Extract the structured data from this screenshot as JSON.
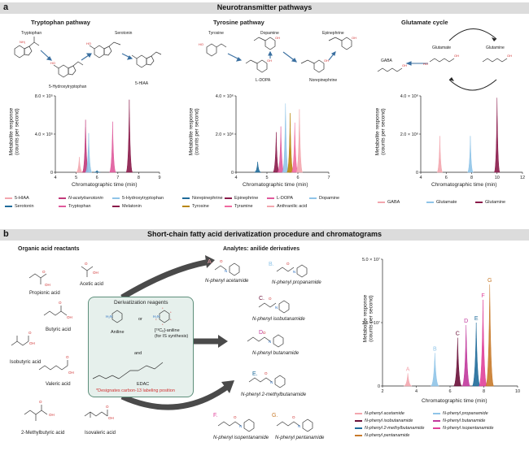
{
  "panel_a": {
    "letter": "a",
    "title": "Neurotransmitter pathways",
    "trp": {
      "title": "Tryptophan pathway",
      "molecules": [
        "Tryptophan",
        "Serotonin",
        "5-Hydroxytryptophan",
        "5-HIAA"
      ]
    },
    "tyr": {
      "title": "Tyrosine pathway",
      "molecules": [
        "Tyrosine",
        "Dopamine",
        "Epinephrine",
        "L-DOPA",
        "Norepinephrine"
      ]
    },
    "glu": {
      "title": "Glutamate cycle",
      "molecules": [
        "GABA",
        "Glutamate",
        "Glutamine"
      ]
    },
    "ylabel": "Metabolite response (counts per second)",
    "ylabel_l1": "Metabolite response",
    "ylabel_l2": "(counts per second)",
    "xlabel": "Chromatographic time (min)",
    "legend_trp": [
      {
        "label": "5-HIAA",
        "color": "#f3a6ae"
      },
      {
        "label": "N-acetylserotonin",
        "color": "#c1397a"
      },
      {
        "label": "5-Hydroxytryptophan",
        "color": "#8fc4e8"
      },
      {
        "label": "Serotonin",
        "color": "#1f6b9a"
      },
      {
        "label": "Tryptophan",
        "color": "#e05a9c"
      },
      {
        "label": "Melatonin",
        "color": "#8a1a4a"
      }
    ],
    "legend_tyr": [
      {
        "label": "Norepinephrine",
        "color": "#1f6b9a"
      },
      {
        "label": "Epinephrine",
        "color": "#8a1a4a"
      },
      {
        "label": "L-DOPA",
        "color": "#e05a9c"
      },
      {
        "label": "Dopamine",
        "color": "#8fc4e8"
      },
      {
        "label": "Tyrosine",
        "color": "#b8860b"
      },
      {
        "label": "Tyramine",
        "color": "#f06aa0"
      },
      {
        "label": "Anthranilic acid",
        "color": "#f3a6ae"
      }
    ],
    "legend_glu": [
      {
        "label": "GABA",
        "color": "#f3a6ae"
      },
      {
        "label": "Glutamate",
        "color": "#8fc4e8"
      },
      {
        "label": "Glutamine",
        "color": "#8a1a4a"
      }
    ]
  },
  "panel_b": {
    "letter": "b",
    "title": "Short-chain fatty acid derivatization procedure and chromatograms",
    "reactants_title": "Organic acid reactants",
    "reactants": [
      "Propionic acid",
      "Acetic acid",
      "Butyric acid",
      "Isobutyric acid",
      "Valeric acid",
      "2-Methylbutyric acid",
      "Isovaleric acid"
    ],
    "reagents_title": "Derivatization reagents",
    "aniline": "Aniline",
    "or": "or",
    "c13_line1": "[¹³C₆]-aniline",
    "c13_line2": "(for IS synthesis)",
    "and": "and",
    "edac": "EDAC",
    "note": "*Designates carbon-13 labeling position",
    "analytes_title": "Analytes: anilide derivatives",
    "analytes": [
      {
        "letter": "A.",
        "name": "N-phenyl acetamide"
      },
      {
        "letter": "B.",
        "name": "N-phenyl propanamide"
      },
      {
        "letter": "C.",
        "name": "N-phenyl isobutanamide"
      },
      {
        "letter": "D.",
        "name": "N-phenyl butanamide"
      },
      {
        "letter": "E.",
        "name": "N-phenyl 2-methylbutanamide"
      },
      {
        "letter": "F.",
        "name": "N-phenyl isopentanamide"
      },
      {
        "letter": "G.",
        "name": "N-phenyl pentanamide"
      }
    ],
    "legend": [
      {
        "label": "N-phenyl acetamide",
        "color": "#f3a6ae"
      },
      {
        "label": "N-phenyl propanamide",
        "color": "#8fc4e8"
      },
      {
        "label": "N-phenyl isobutanamide",
        "color": "#6a1038"
      },
      {
        "label": "N-phenyl butanamide",
        "color": "#c1399c"
      },
      {
        "label": "N-phenyl 2-methylbutanamide",
        "color": "#1f6b9a"
      },
      {
        "label": "N-phenyl isopentanamide",
        "color": "#e0409a"
      },
      {
        "label": "N-phenyl pentanamide",
        "color": "#c87a2a"
      }
    ]
  },
  "chart_data": [
    {
      "type": "area",
      "ylabel": "Metabolite response (counts per second)",
      "xlabel": "Chromatographic time (min)",
      "xlim": [
        4,
        9
      ],
      "ylim": [
        0,
        800000.0
      ],
      "xticks": [
        "4",
        "5",
        "6",
        "7",
        "8",
        "9"
      ],
      "yticks": [
        "0",
        "4.0 × 10⁵",
        "8.0 × 10⁵"
      ],
      "series": [
        {
          "name": "5-HIAA",
          "color": "#f3a6ae",
          "peak_x": 5.15,
          "peak_y": 160000.0
        },
        {
          "name": "N-acetylserotonin",
          "color": "#c1397a",
          "peak_x": 5.45,
          "peak_y": 550000.0
        },
        {
          "name": "5-Hydroxytryptophan",
          "color": "#8fc4e8",
          "peak_x": 5.6,
          "peak_y": 410000.0
        },
        {
          "name": "Serotonin",
          "color": "#1f6b9a",
          "peak_x": 6.0,
          "peak_y": 20000.0
        },
        {
          "name": "Tryptophan",
          "color": "#e05a9c",
          "peak_x": 6.75,
          "peak_y": 530000.0
        },
        {
          "name": "Melatonin",
          "color": "#8a1a4a",
          "peak_x": 7.55,
          "peak_y": 760000.0
        }
      ]
    },
    {
      "type": "area",
      "ylabel": "Metabolite response (counts per second)",
      "xlabel": "Chromatographic time (min)",
      "xlim": [
        4,
        7
      ],
      "ylim": [
        0,
        4000000.0
      ],
      "xticks": [
        "4",
        "5",
        "6",
        "7"
      ],
      "yticks": [
        "0",
        "2.0 × 10⁶",
        "4.0 × 10⁶"
      ],
      "series": [
        {
          "name": "Norepinephrine",
          "color": "#1f6b9a",
          "peak_x": 4.7,
          "peak_y": 550000.0
        },
        {
          "name": "Epinephrine",
          "color": "#8a1a4a",
          "peak_x": 5.3,
          "peak_y": 2100000.0
        },
        {
          "name": "L-DOPA",
          "color": "#e05a9c",
          "peak_x": 5.45,
          "peak_y": 2400000.0
        },
        {
          "name": "Dopamine",
          "color": "#8fc4e8",
          "peak_x": 5.6,
          "peak_y": 3600000.0
        },
        {
          "name": "Tyrosine",
          "color": "#b8860b",
          "peak_x": 5.75,
          "peak_y": 3100000.0
        },
        {
          "name": "Tyramine",
          "color": "#f06aa0",
          "peak_x": 5.9,
          "peak_y": 2600000.0
        },
        {
          "name": "Anthranilic acid",
          "color": "#f3a6ae",
          "peak_x": 6.05,
          "peak_y": 3300000.0
        }
      ]
    },
    {
      "type": "area",
      "ylabel": "Metabolite response (counts per second)",
      "xlabel": "Chromatographic time (min)",
      "xlim": [
        4,
        12
      ],
      "ylim": [
        0,
        4000000.0
      ],
      "xticks": [
        "4",
        "6",
        "8",
        "10",
        "12"
      ],
      "yticks": [
        "0",
        "2.0 × 10⁶",
        "4.0 × 10⁶"
      ],
      "series": [
        {
          "name": "GABA",
          "color": "#f3a6ae",
          "peak_x": 5.5,
          "peak_y": 1900000.0
        },
        {
          "name": "Glutamate",
          "color": "#8fc4e8",
          "peak_x": 7.9,
          "peak_y": 1900000.0
        },
        {
          "name": "Glutamine",
          "color": "#8a1a4a",
          "peak_x": 10.0,
          "peak_y": 3900000.0
        }
      ]
    },
    {
      "type": "area",
      "ylabel": "Metabolite response (counts per second)",
      "xlabel": "Chromatographic time (min)",
      "xlim": [
        2,
        10
      ],
      "ylim": [
        0,
        50000000.0
      ],
      "xticks": [
        "2",
        "4",
        "6",
        "8",
        "10"
      ],
      "yticks": [
        "0",
        "2.5 × 10⁷",
        "5.0 × 10⁷"
      ],
      "series": [
        {
          "name": "A",
          "color": "#f3a6ae",
          "peak_x": 3.5,
          "peak_y": 5000000.0
        },
        {
          "name": "B",
          "color": "#8fc4e8",
          "peak_x": 5.1,
          "peak_y": 13000000.0
        },
        {
          "name": "C",
          "color": "#6a1038",
          "peak_x": 6.45,
          "peak_y": 19000000.0
        },
        {
          "name": "D",
          "color": "#c1399c",
          "peak_x": 6.95,
          "peak_y": 24000000.0
        },
        {
          "name": "E",
          "color": "#1f6b9a",
          "peak_x": 7.55,
          "peak_y": 25000000.0
        },
        {
          "name": "F",
          "color": "#e0409a",
          "peak_x": 7.95,
          "peak_y": 34000000.0
        },
        {
          "name": "G",
          "color": "#c87a2a",
          "peak_x": 8.35,
          "peak_y": 40000000.0
        }
      ]
    }
  ]
}
